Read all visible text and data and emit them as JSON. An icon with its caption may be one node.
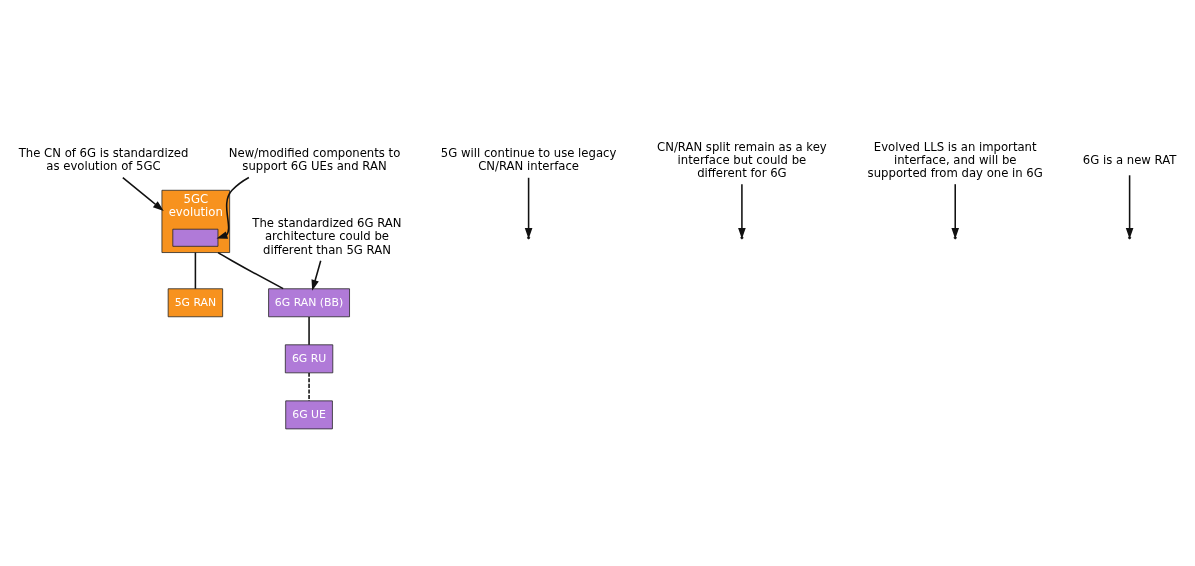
{
  "diagram": {
    "nodes": [
      {
        "text": [
          "The CN of 6G is standardized as evolution of 5GC"
        ]
      },
      {
        "text": [
          "5GC evolution"
        ]
      },
      {
        "text": [],
        "shape": "box",
        "in": 1
      },
      {
        "text": [
          "New/modified components to support 6G UEs and RAN"
        ]
      },
      {
        "text": [
          "5G will continue to use legacy CN/RAN interface"
        ]
      },
      {
        "text": [
          "CN/RAN split remain as a key interface but could be different for 6G"
        ]
      },
      {
        "text": [
          "5G RAN"
        ]
      },
      {
        "text": [
          "6G RAN (BB)"
        ]
      },
      {
        "text": [
          "The standardized 6G RAN architecture could be different than 5G RAN"
        ]
      },
      {
        "text": [
          "6G RU"
        ]
      },
      {
        "text": [
          "Evolved LLS is an important interface, and will be supported from day one in 6G"
        ]
      },
      {
        "text": [
          "6G UE"
        ]
      },
      {
        "text": [
          "6G is a new RAT"
        ]
      }
    ],
    "edges": [
      {
        "from": 0,
        "to": 1,
        "arrow": "to"
      },
      {
        "from": 3,
        "to": 2,
        "arrow": "to"
      },
      {
        "from": 1,
        "to": 6,
        "arrow": "none"
      },
      {
        "from": 1,
        "to": 7,
        "arrow": "none"
      },
      {
        "from": 4,
        "to": null,
        "arrow": "to"
      },
      {
        "from": 5,
        "to": null,
        "arrow": "to"
      },
      {
        "from": 8,
        "to": 7,
        "arrow": "to"
      },
      {
        "from": 7,
        "to": 9,
        "arrow": "none"
      },
      {
        "from": 10,
        "to": null,
        "arrow": "to"
      },
      {
        "from": 9,
        "to": 11,
        "arrow": "none",
        "style": "dashed"
      },
      {
        "from": 12,
        "to": null,
        "arrow": "to"
      }
    ]
  }
}
